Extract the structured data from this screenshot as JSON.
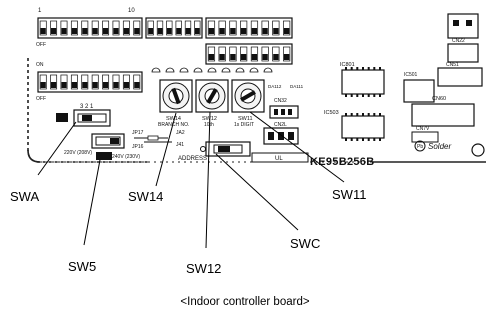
{
  "board": {
    "id_marking": "KE95B256B",
    "maker_mark": "Solder",
    "silkscreen": {
      "ul": "UL",
      "sw12_top": "10th",
      "sw11_top": "1s DIGIT",
      "address": "ADDRESS",
      "branch": "BRANCH NO.",
      "v220": "220V (208V)",
      "v240": "240V (230V)",
      "swa_nums": "3 2 1",
      "sw14": "SW14",
      "sw12": "SW12",
      "sw11": "SW11",
      "cn32": "CN32",
      "cn60": "CN60",
      "cn7v": "CN7V",
      "ic801": "IC801",
      "ic503": "IC503",
      "ic501": "IC501",
      "jp17": "JP17",
      "ja2": "JA2",
      "j41": "J41",
      "jp16": "JP16",
      "da112": "DA112",
      "da111": "DA111",
      "cn22": "CN22",
      "cn51": "CN51",
      "cn2l": "CN2L"
    }
  },
  "callouts": {
    "swa": "SWA",
    "sw5": "SW5",
    "sw14": "SW14",
    "sw12": "SW12",
    "swc": "SWC",
    "sw11": "SW11"
  },
  "caption": "<Indoor controller board>"
}
